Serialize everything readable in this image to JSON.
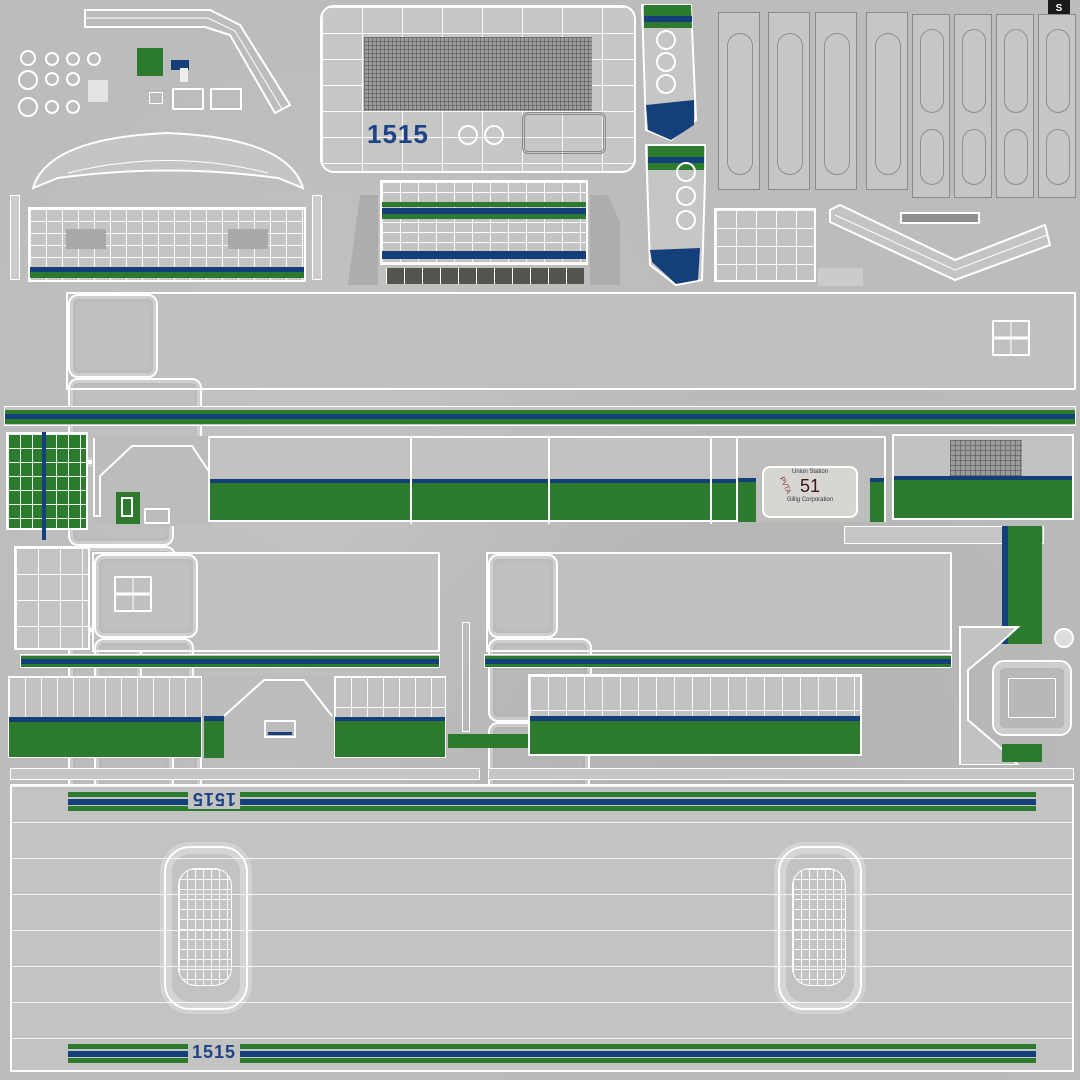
{
  "atlas": {
    "type": "bus-uv-texture-map",
    "background_color": "#bcbcba",
    "wireframe_color": "#ffffff",
    "stripe_colors": {
      "green": "#2c7a2e",
      "blue": "#153f7a"
    },
    "corner_badge": "S"
  },
  "front_panel": {
    "fleet_number": "1515"
  },
  "destination_sign": {
    "route_number": "51",
    "agency_initials": "PVTA",
    "top_text": "Union Station",
    "bottom_text": "Gillig Corporation"
  },
  "roof": {
    "fleet_number_top": "1515",
    "fleet_number_bottom": "1515"
  }
}
